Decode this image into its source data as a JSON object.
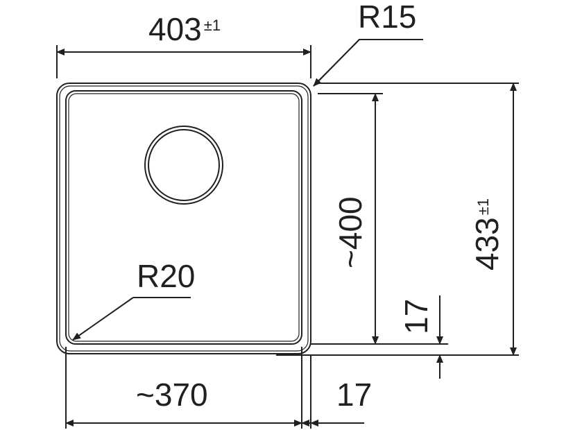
{
  "dimensions": {
    "outer_width": {
      "value": "403",
      "tolerance": "±1"
    },
    "outer_height": {
      "value": "433",
      "tolerance": "±1"
    },
    "corner_radius_outer": "R15",
    "corner_radius_inner": "R20",
    "inner_width": "~370",
    "inner_height": "~400",
    "rim_bottom": "17",
    "rim_right": "17"
  },
  "colors": {
    "line": "#231f20",
    "background": "#ffffff"
  }
}
